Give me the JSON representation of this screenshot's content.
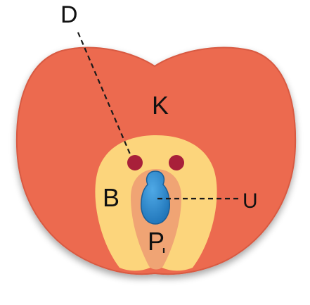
{
  "labels": {
    "d": "D",
    "k": "K",
    "b": "B",
    "u": "U",
    "p": "P"
  },
  "colors": {
    "outer_region": "#EC6A50",
    "outer_edge": "#D85A42",
    "middle_region": "#FCD57C",
    "inner_region": "#F0A474",
    "small_circles": "#A8203A",
    "central_body": "#2B8ACB",
    "central_body_edge": "#1A5E97",
    "leader_lines": "#1a1a1a"
  }
}
